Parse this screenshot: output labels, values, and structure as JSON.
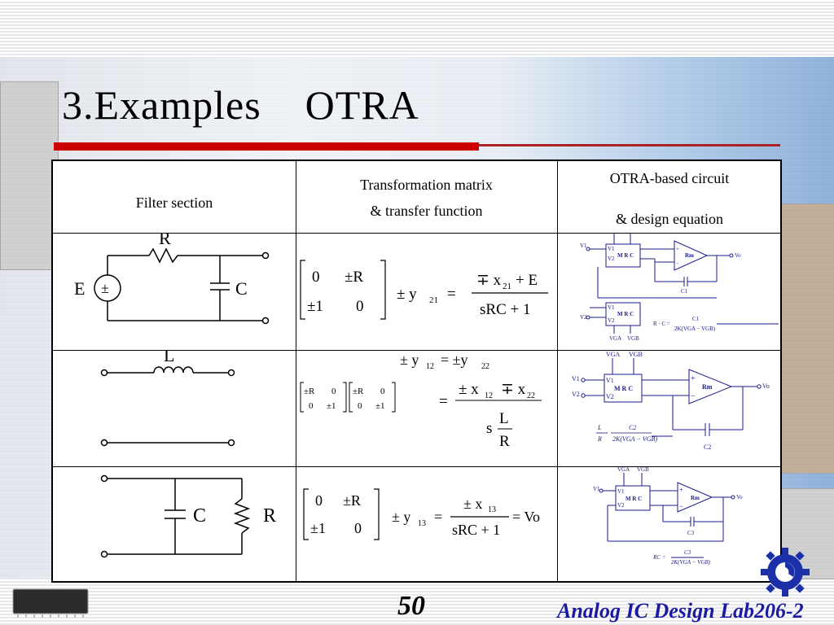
{
  "title": "3.Examples    OTRA",
  "table": {
    "headers": {
      "col1": "Filter section",
      "col2_line1": "Transformation matrix",
      "col2_line2": "& transfer function",
      "col3_line1": "OTRA-based circuit",
      "col3_line2": "& design equation"
    },
    "row1": {
      "label_R": "R",
      "label_E": "E",
      "label_C": "C",
      "src_sign": "±",
      "m11": "0",
      "m12": "±R",
      "m21": "±1",
      "m22": "0",
      "lhs": "± y",
      "lhs_sub": "21",
      "eq": "=",
      "num_a": "∓ x",
      "num_sub": "21",
      "num_b": "+ E",
      "den": "sRC + 1",
      "ckt": {
        "vga": "VGA",
        "vgb": "VGB",
        "v1": "V1",
        "v2": "V2",
        "mrc": "M R C",
        "rm": "Rm",
        "vo": "Vo",
        "c1": "C1",
        "plus": "+",
        "minus": "−",
        "eq_lhs": "R · C =",
        "eq_num": "C1",
        "eq_den": "2K(VGA − VGB)"
      }
    },
    "row2": {
      "label_L": "L",
      "top_eq_a": "± y",
      "top_sub_a": "12",
      "top_eq_b": "= ±y",
      "top_sub_b": "22",
      "mA": [
        "±R",
        "0",
        "0",
        "±1"
      ],
      "mB": [
        "±R",
        "0",
        "0",
        "±1"
      ],
      "eq": "=",
      "num_a": "± x",
      "num_sub_a": "12",
      "num_b": "∓ x",
      "num_sub_b": "22",
      "den_s": "s",
      "den_L": "L",
      "den_R": "R",
      "ckt": {
        "vga": "VGA",
        "vgb": "VGB",
        "v1": "V1",
        "v2": "V2",
        "mrc": "M R C",
        "rm": "Rm",
        "vo": "Vo",
        "c2": "C2",
        "plus": "+",
        "minus": "−",
        "eq_L": "L",
        "eq_R": "R",
        "eq_eq": "=",
        "eq_num": "C2",
        "eq_den": "2K(VGA − VGB)"
      }
    },
    "row3": {
      "label_C": "C",
      "label_R": "R",
      "m11": "0",
      "m12": "±R",
      "m21": "±1",
      "m22": "0",
      "lhs": "± y",
      "lhs_sub": "13",
      "eq": "=",
      "num": "± x",
      "num_sub": "13",
      "den": "sRC + 1",
      "rhs": "= Vo",
      "ckt": {
        "vga": "VGA",
        "vgb": "VGB",
        "v1": "V1",
        "v2": "V2",
        "mrc": "M R C",
        "rm": "Rm",
        "vo": "Vo",
        "c3": "C3",
        "plus": "+",
        "minus": "−",
        "eq_lhs": "RC =",
        "eq_num": "C3",
        "eq_den": "2K(VGA − VGB)"
      }
    }
  },
  "footer": {
    "page": "50",
    "lab": "Analog IC Design Lab206-2"
  },
  "colors": {
    "accent_red": "#cc0000",
    "footer_blue": "#1a1aa0",
    "circuit_blue": "#1a1a8c"
  }
}
